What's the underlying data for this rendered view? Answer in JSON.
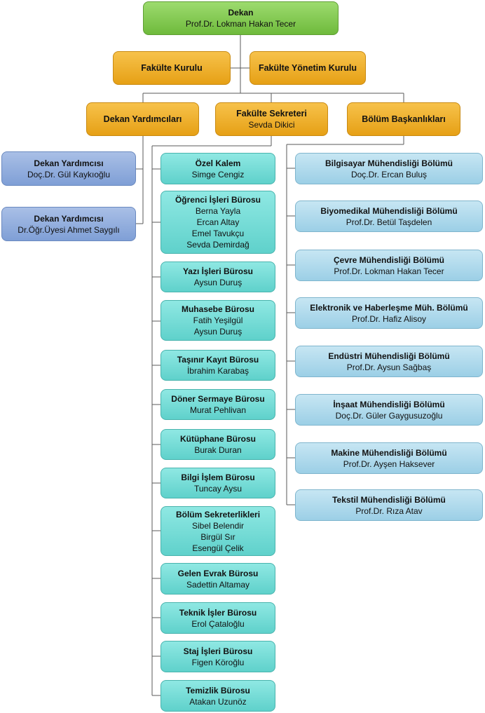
{
  "dekan": {
    "title": "Dekan",
    "name": "Prof.Dr. Lokman Hakan Tecer"
  },
  "kurullar": [
    {
      "title": "Fakülte Kurulu"
    },
    {
      "title": "Fakülte Yönetim Kurulu"
    }
  ],
  "level2": [
    {
      "title": "Dekan Yardımcıları"
    },
    {
      "title": "Fakülte Sekreteri",
      "name": "Sevda Dikici"
    },
    {
      "title": "Bölüm Başkanlıkları"
    }
  ],
  "yardimcilar": [
    {
      "title": "Dekan Yardımcısı",
      "name": "Doç.Dr. Gül Kaykıoğlu"
    },
    {
      "title": "Dekan Yardımcısı",
      "name": "Dr.Öğr.Üyesi Ahmet Saygılı"
    }
  ],
  "burolar": [
    {
      "title": "Özel Kalem",
      "people": [
        "Simge Cengiz"
      ]
    },
    {
      "title": "Öğrenci İşleri Bürosu",
      "people": [
        "Berna Yayla",
        "Ercan Altay",
        "Emel Tavukçu",
        "Sevda Demirdağ"
      ]
    },
    {
      "title": "Yazı İşleri Bürosu",
      "people": [
        "Aysun Duruş"
      ]
    },
    {
      "title": "Muhasebe Bürosu",
      "people": [
        "Fatih Yeşilgül",
        "Aysun Duruş"
      ]
    },
    {
      "title": "Taşınır Kayıt Bürosu",
      "people": [
        "İbrahim Karabaş"
      ]
    },
    {
      "title": "Döner Sermaye Bürosu",
      "people": [
        "Murat Pehlivan"
      ]
    },
    {
      "title": "Kütüphane Bürosu",
      "people": [
        "Burak Duran"
      ]
    },
    {
      "title": "Bilgi İşlem Bürosu",
      "people": [
        "Tuncay Aysu"
      ]
    },
    {
      "title": "Bölüm Sekreterlikleri",
      "people": [
        "Sibel Belendir",
        "Birgül Sır",
        "Esengül Çelik"
      ]
    },
    {
      "title": "Gelen Evrak Bürosu",
      "people": [
        "Sadettin Altamay"
      ]
    },
    {
      "title": "Teknik İşler Bürosu",
      "people": [
        "Erol Çataloğlu"
      ]
    },
    {
      "title": "Staj İşleri Bürosu",
      "people": [
        "Figen Köroğlu"
      ]
    },
    {
      "title": "Temizlik Bürosu",
      "people": [
        "Atakan Uzunöz"
      ]
    }
  ],
  "bolumler": [
    {
      "title": "Bilgisayar Mühendisliği Bölümü",
      "name": "Doç.Dr. Ercan Buluş"
    },
    {
      "title": "Biyomedikal Mühendisliği Bölümü",
      "name": "Prof.Dr. Betül Taşdelen"
    },
    {
      "title": "Çevre Mühendisliği Bölümü",
      "name": "Prof.Dr. Lokman Hakan Tecer"
    },
    {
      "title": "Elektronik ve Haberleşme Müh. Bölümü",
      "name": "Prof.Dr. Hafiz Alisoy"
    },
    {
      "title": "Endüstri Mühendisliği Bölümü",
      "name": "Prof.Dr. Aysun Sağbaş"
    },
    {
      "title": "İnşaat Mühendisliği Bölümü",
      "name": "Doç.Dr. Güler Gaygusuzoğlu"
    },
    {
      "title": "Makine Mühendisliği Bölümü",
      "name": "Prof.Dr. Ayşen Haksever"
    },
    {
      "title": "Tekstil Mühendisliği Bölümü",
      "name": "Prof.Dr. Rıza Atav"
    }
  ]
}
